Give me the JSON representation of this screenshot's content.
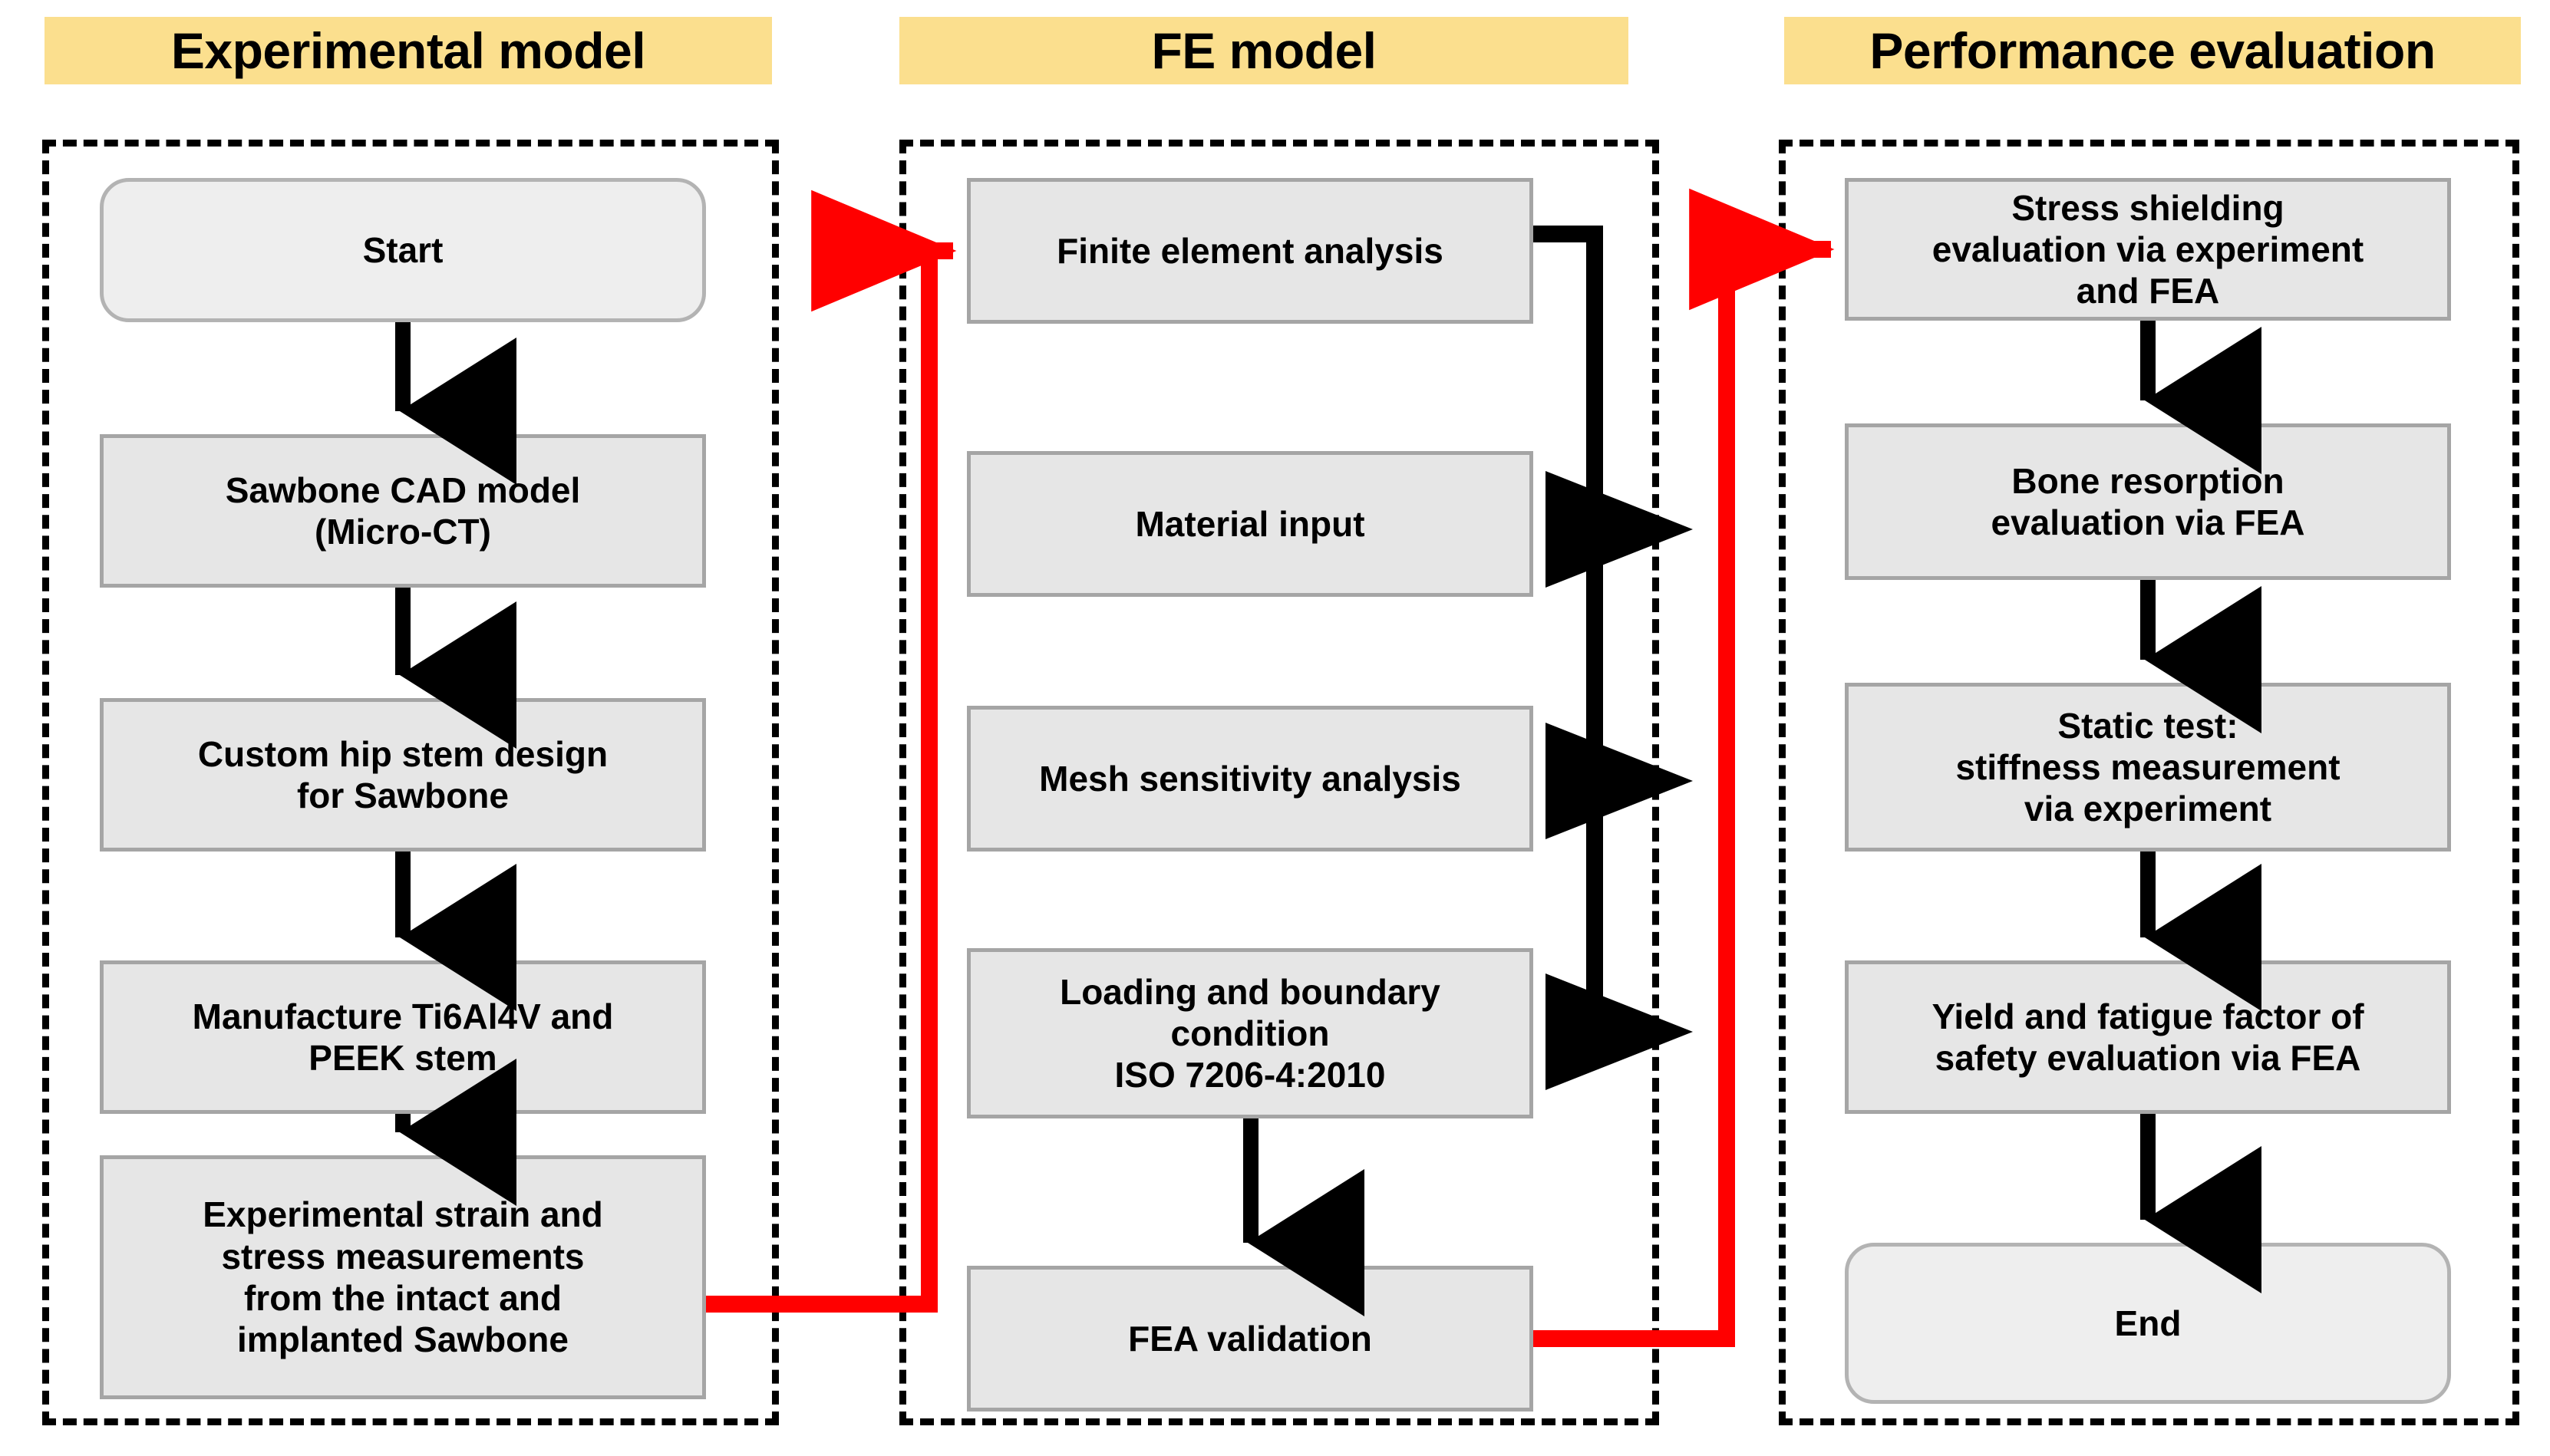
{
  "diagram": {
    "title_colors": {
      "banner_bg": "#fbdf8e",
      "node_fill": "#e6e6e6",
      "node_border": "#a5a5a5",
      "lane_border": "#000000",
      "flow_arrow": "#000000",
      "cross_lane_arrow": "#ff0000"
    },
    "lanes": [
      {
        "id": "experimental-model",
        "title": "Experimental model",
        "nodes": [
          {
            "id": "start",
            "shape": "terminator",
            "label": "Start"
          },
          {
            "id": "cad-model",
            "shape": "process",
            "label": "Sawbone CAD model\n(Micro-CT)"
          },
          {
            "id": "stem-design",
            "shape": "process",
            "label": "Custom hip stem design\nfor Sawbone"
          },
          {
            "id": "manufacture",
            "shape": "process",
            "label": "Manufacture Ti6Al4V and\nPEEK stem"
          },
          {
            "id": "measurements",
            "shape": "process",
            "label": "Experimental strain and\nstress measurements\nfrom the intact and\nimplanted Sawbone"
          }
        ]
      },
      {
        "id": "fe-model",
        "title": "FE model",
        "nodes": [
          {
            "id": "fea",
            "shape": "process",
            "label": "Finite element analysis"
          },
          {
            "id": "material-input",
            "shape": "process",
            "label": "Material input"
          },
          {
            "id": "mesh",
            "shape": "process",
            "label": "Mesh sensitivity analysis"
          },
          {
            "id": "loading",
            "shape": "process",
            "label": "Loading and boundary\ncondition\nISO 7206-4:2010"
          },
          {
            "id": "fea-validation",
            "shape": "process",
            "label": "FEA validation"
          }
        ]
      },
      {
        "id": "performance-evaluation",
        "title": "Performance evaluation",
        "nodes": [
          {
            "id": "stress-shielding",
            "shape": "process",
            "label": "Stress shielding\nevaluation via experiment\nand FEA"
          },
          {
            "id": "bone-resorption",
            "shape": "process",
            "label": "Bone resorption\nevaluation via FEA"
          },
          {
            "id": "static-test",
            "shape": "process",
            "label": "Static test:\nstiffness measurement\nvia experiment"
          },
          {
            "id": "yield-fatigue",
            "shape": "process",
            "label": "Yield and fatigue factor of\nsafety evaluation via FEA"
          },
          {
            "id": "end",
            "shape": "terminator",
            "label": "End"
          }
        ]
      }
    ],
    "connectors": [
      {
        "from": "start",
        "to": "cad-model",
        "color": "#000000",
        "kind": "vertical"
      },
      {
        "from": "cad-model",
        "to": "stem-design",
        "color": "#000000",
        "kind": "vertical"
      },
      {
        "from": "stem-design",
        "to": "manufacture",
        "color": "#000000",
        "kind": "vertical"
      },
      {
        "from": "manufacture",
        "to": "measurements",
        "color": "#000000",
        "kind": "vertical"
      },
      {
        "from": "measurements",
        "to": "fea",
        "color": "#ff0000",
        "kind": "cross-lane"
      },
      {
        "from": "fea",
        "to": "material-input",
        "color": "#000000",
        "kind": "side-bus"
      },
      {
        "from": "fea",
        "to": "mesh",
        "color": "#000000",
        "kind": "side-bus"
      },
      {
        "from": "fea",
        "to": "loading",
        "color": "#000000",
        "kind": "side-bus"
      },
      {
        "from": "loading",
        "to": "fea-validation",
        "color": "#000000",
        "kind": "vertical"
      },
      {
        "from": "fea-validation",
        "to": "stress-shielding",
        "color": "#ff0000",
        "kind": "cross-lane"
      },
      {
        "from": "stress-shielding",
        "to": "bone-resorption",
        "color": "#000000",
        "kind": "vertical"
      },
      {
        "from": "bone-resorption",
        "to": "static-test",
        "color": "#000000",
        "kind": "vertical"
      },
      {
        "from": "static-test",
        "to": "yield-fatigue",
        "color": "#000000",
        "kind": "vertical"
      },
      {
        "from": "yield-fatigue",
        "to": "end",
        "color": "#000000",
        "kind": "vertical"
      }
    ]
  }
}
